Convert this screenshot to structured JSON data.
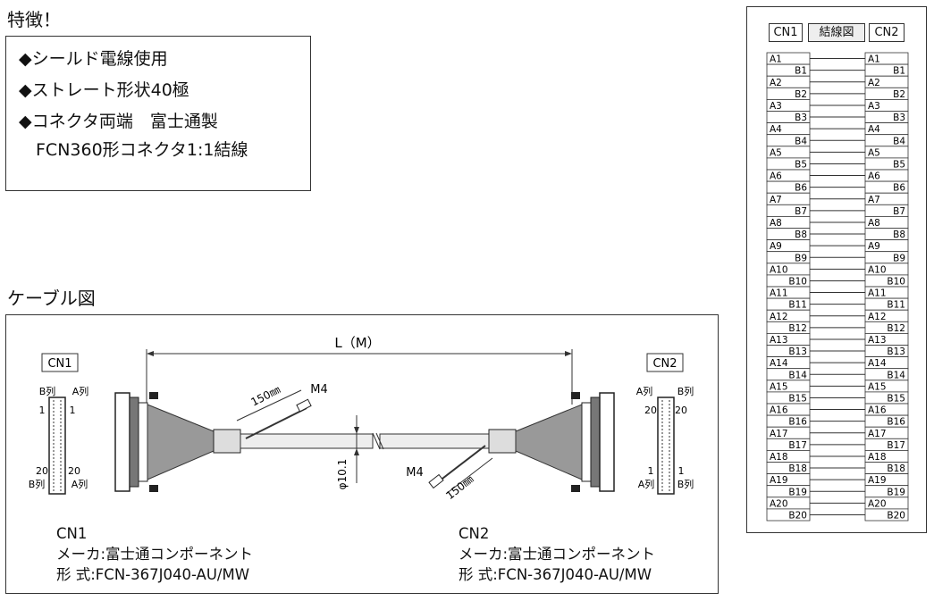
{
  "features": {
    "title": "特徴！",
    "items": [
      "◆シールド電線使用",
      "◆ストレート形状40極",
      "◆コネクタ両端　富士通製",
      "　FCN360形コネクタ1:1結線"
    ]
  },
  "cable": {
    "title": "ケーブル図",
    "length_label": "L（M）",
    "diameter_label": "φ10.1",
    "ground_length_label": "150㎜",
    "ground_screw_label": "M4",
    "cn1_label": "CN1",
    "cn2_label": "CN2",
    "col_a_label": "A列",
    "col_b_label": "B列",
    "pin_1": "1",
    "pin_20": "20",
    "cn1": {
      "name": "CN1",
      "maker": "メーカ:富士通コンポーネント",
      "model": "形 式:FCN-367J040-AU/MW"
    },
    "cn2": {
      "name": "CN2",
      "maker": "メーカ:富士通コンポーネント",
      "model": "形 式:FCN-367J040-AU/MW"
    }
  },
  "wiring": {
    "header_left": "CN1",
    "header_center": "結線図",
    "header_right": "CN2",
    "pins": [
      "A1",
      "B1",
      "A2",
      "B2",
      "A3",
      "B3",
      "A4",
      "B4",
      "A5",
      "B5",
      "A6",
      "B6",
      "A7",
      "B7",
      "A8",
      "B8",
      "A9",
      "B9",
      "A10",
      "B10",
      "A11",
      "B11",
      "A12",
      "B12",
      "A13",
      "B13",
      "A14",
      "B14",
      "A15",
      "B15",
      "A16",
      "B16",
      "A17",
      "B17",
      "A18",
      "B18",
      "A19",
      "B19",
      "A20",
      "B20"
    ]
  }
}
